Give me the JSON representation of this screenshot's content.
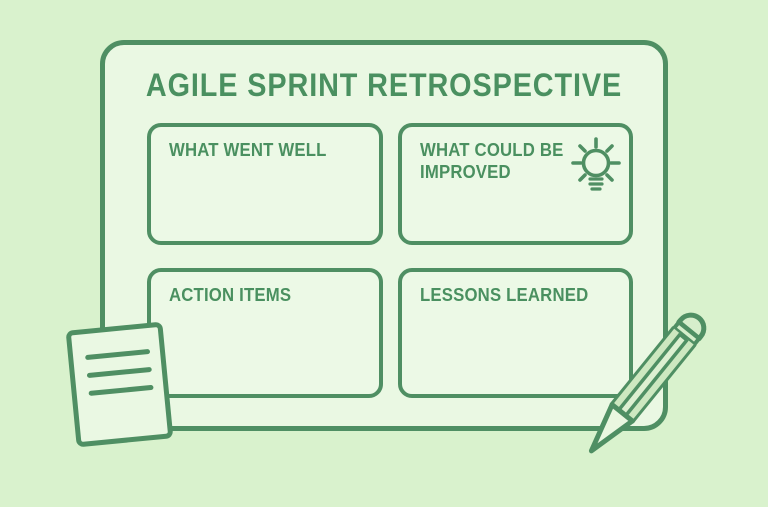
{
  "title": "AGILE SPRINT RETROSPECTIVE",
  "quadrants": [
    {
      "id": "what-went-well",
      "label": "WHAT WENT WELL"
    },
    {
      "id": "what-could-be-improved",
      "label": "WHAT COULD BE IMPROVED",
      "icon": "lightbulb-icon"
    },
    {
      "id": "action-items",
      "label": "ACTION ITEMS"
    },
    {
      "id": "lessons-learned",
      "label": "LESSONS LEARNED"
    }
  ],
  "decorations": {
    "notepad": "notepad-illustration",
    "notepad_line_count": 3,
    "pencil": "pencil-illustration"
  },
  "colors": {
    "background": "#d9f2cd",
    "surface": "#eaf8e3",
    "outline_green": "#4f8f63",
    "text_green": "#4a9060",
    "pencil_body": "#cde8c0",
    "pencil_body_light": "#ddf0d1",
    "eraser": "#d6eecb",
    "tip": "#eaf7e0"
  }
}
